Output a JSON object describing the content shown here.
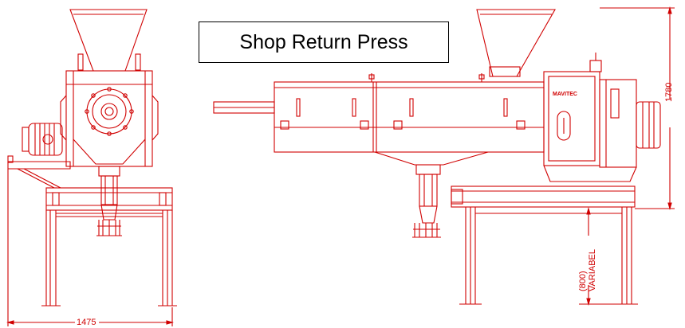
{
  "title": "Shop Return Press",
  "brand_label": "MAVITEC",
  "dimensions": {
    "width_label": "1475",
    "height_label": "1780",
    "variable_value": "(800)",
    "variable_label": "VARIABEL"
  },
  "colors": {
    "line": "#d00000",
    "title_border": "#000000",
    "background": "#ffffff"
  }
}
